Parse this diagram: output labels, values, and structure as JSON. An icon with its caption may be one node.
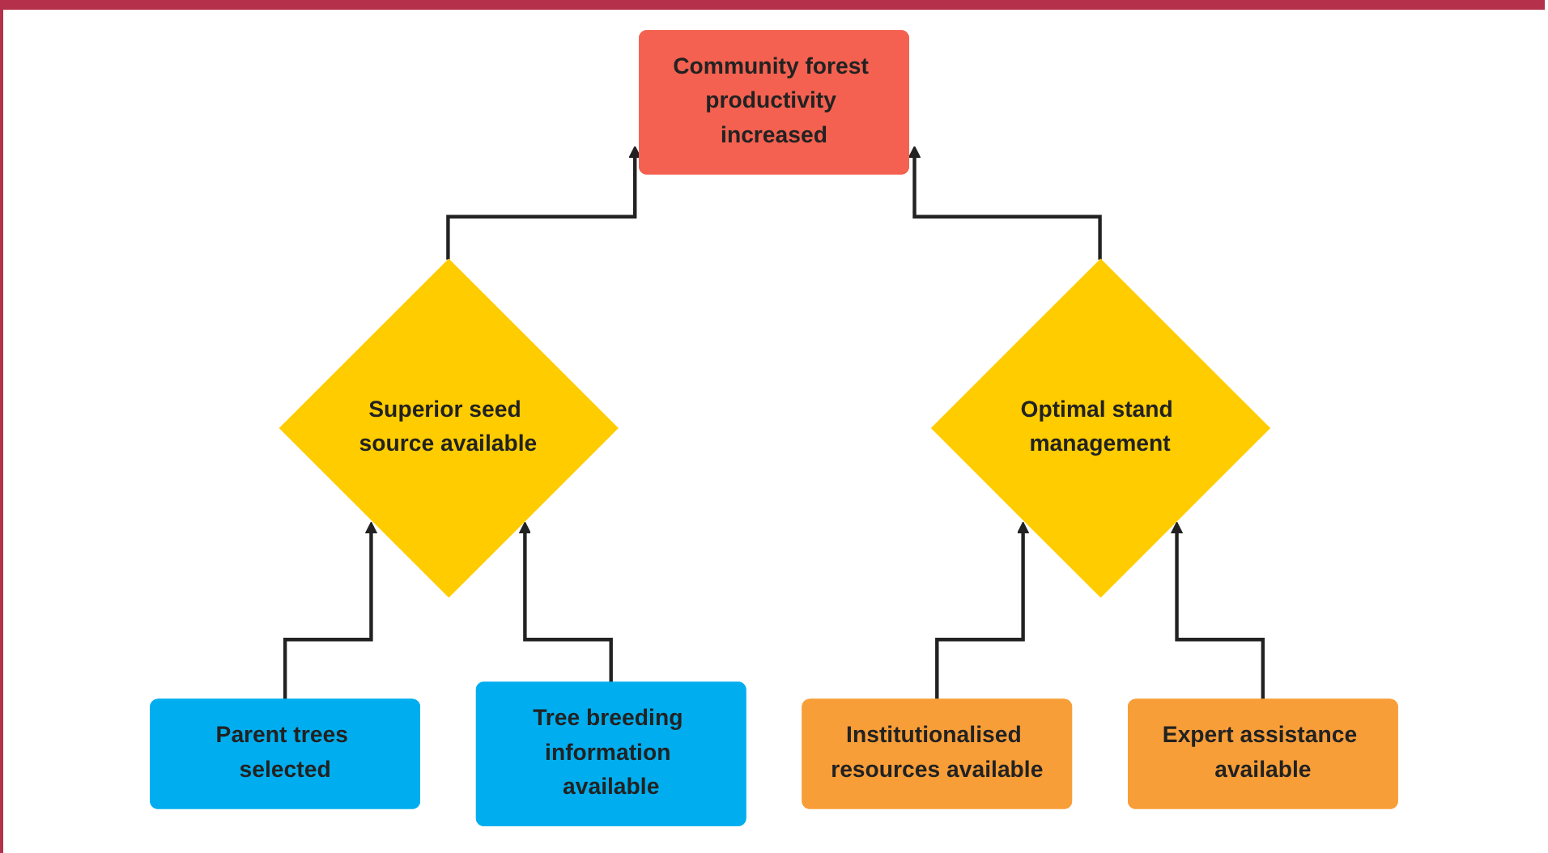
{
  "diagram": {
    "nodes": [
      {
        "text": [
          "Community forest productivity increased"
        ]
      },
      {
        "text": [
          "Superior seed source available"
        ]
      },
      {
        "text": [
          "Optimal stand management"
        ]
      },
      {
        "text": [
          "Parent trees selected"
        ]
      },
      {
        "text": [
          "Tree breeding information available"
        ]
      },
      {
        "text": [
          "Institutionalised resources available"
        ]
      },
      {
        "text": [
          "Expert assistance available"
        ]
      }
    ],
    "edges": [
      {
        "from": 1,
        "to": 0,
        "arrow": "to"
      },
      {
        "from": 2,
        "to": 0,
        "arrow": "to"
      },
      {
        "from": 3,
        "to": 1,
        "arrow": "to"
      },
      {
        "from": 4,
        "to": 1,
        "arrow": "to"
      },
      {
        "from": 5,
        "to": 2,
        "arrow": "to"
      },
      {
        "from": 6,
        "to": 2,
        "arrow": "to"
      }
    ]
  }
}
